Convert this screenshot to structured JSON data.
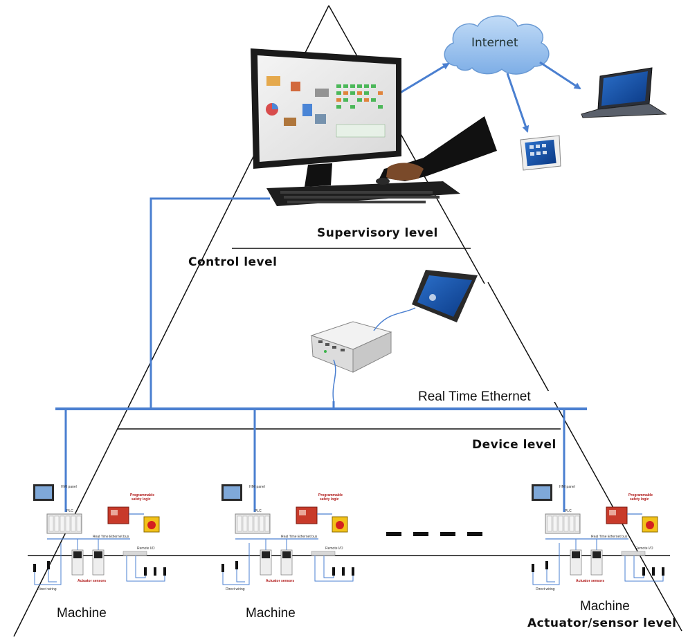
{
  "cloud": {
    "label": "Internet"
  },
  "levels": {
    "supervisory": "Supervisory level",
    "control": "Control level",
    "device": "Device level",
    "actuator": "Actuator/sensor level"
  },
  "network": {
    "ethernet": "Real Time Ethernet"
  },
  "machine_labels": [
    "Machine",
    "Machine",
    "Machine"
  ],
  "machine_tiny": {
    "hmi": "HMI panel",
    "plc": "PLC",
    "safety": "Programmable safety logic",
    "bus": "Real Time Ethernet bus",
    "remote_io": "Remote I/O",
    "direct": "Direct wiring",
    "actuator": "Actuator sensors"
  },
  "colors": {
    "network_blue": "#4a7fd0",
    "line_black": "#111111",
    "cloud_blue": "#8fb8ea"
  }
}
